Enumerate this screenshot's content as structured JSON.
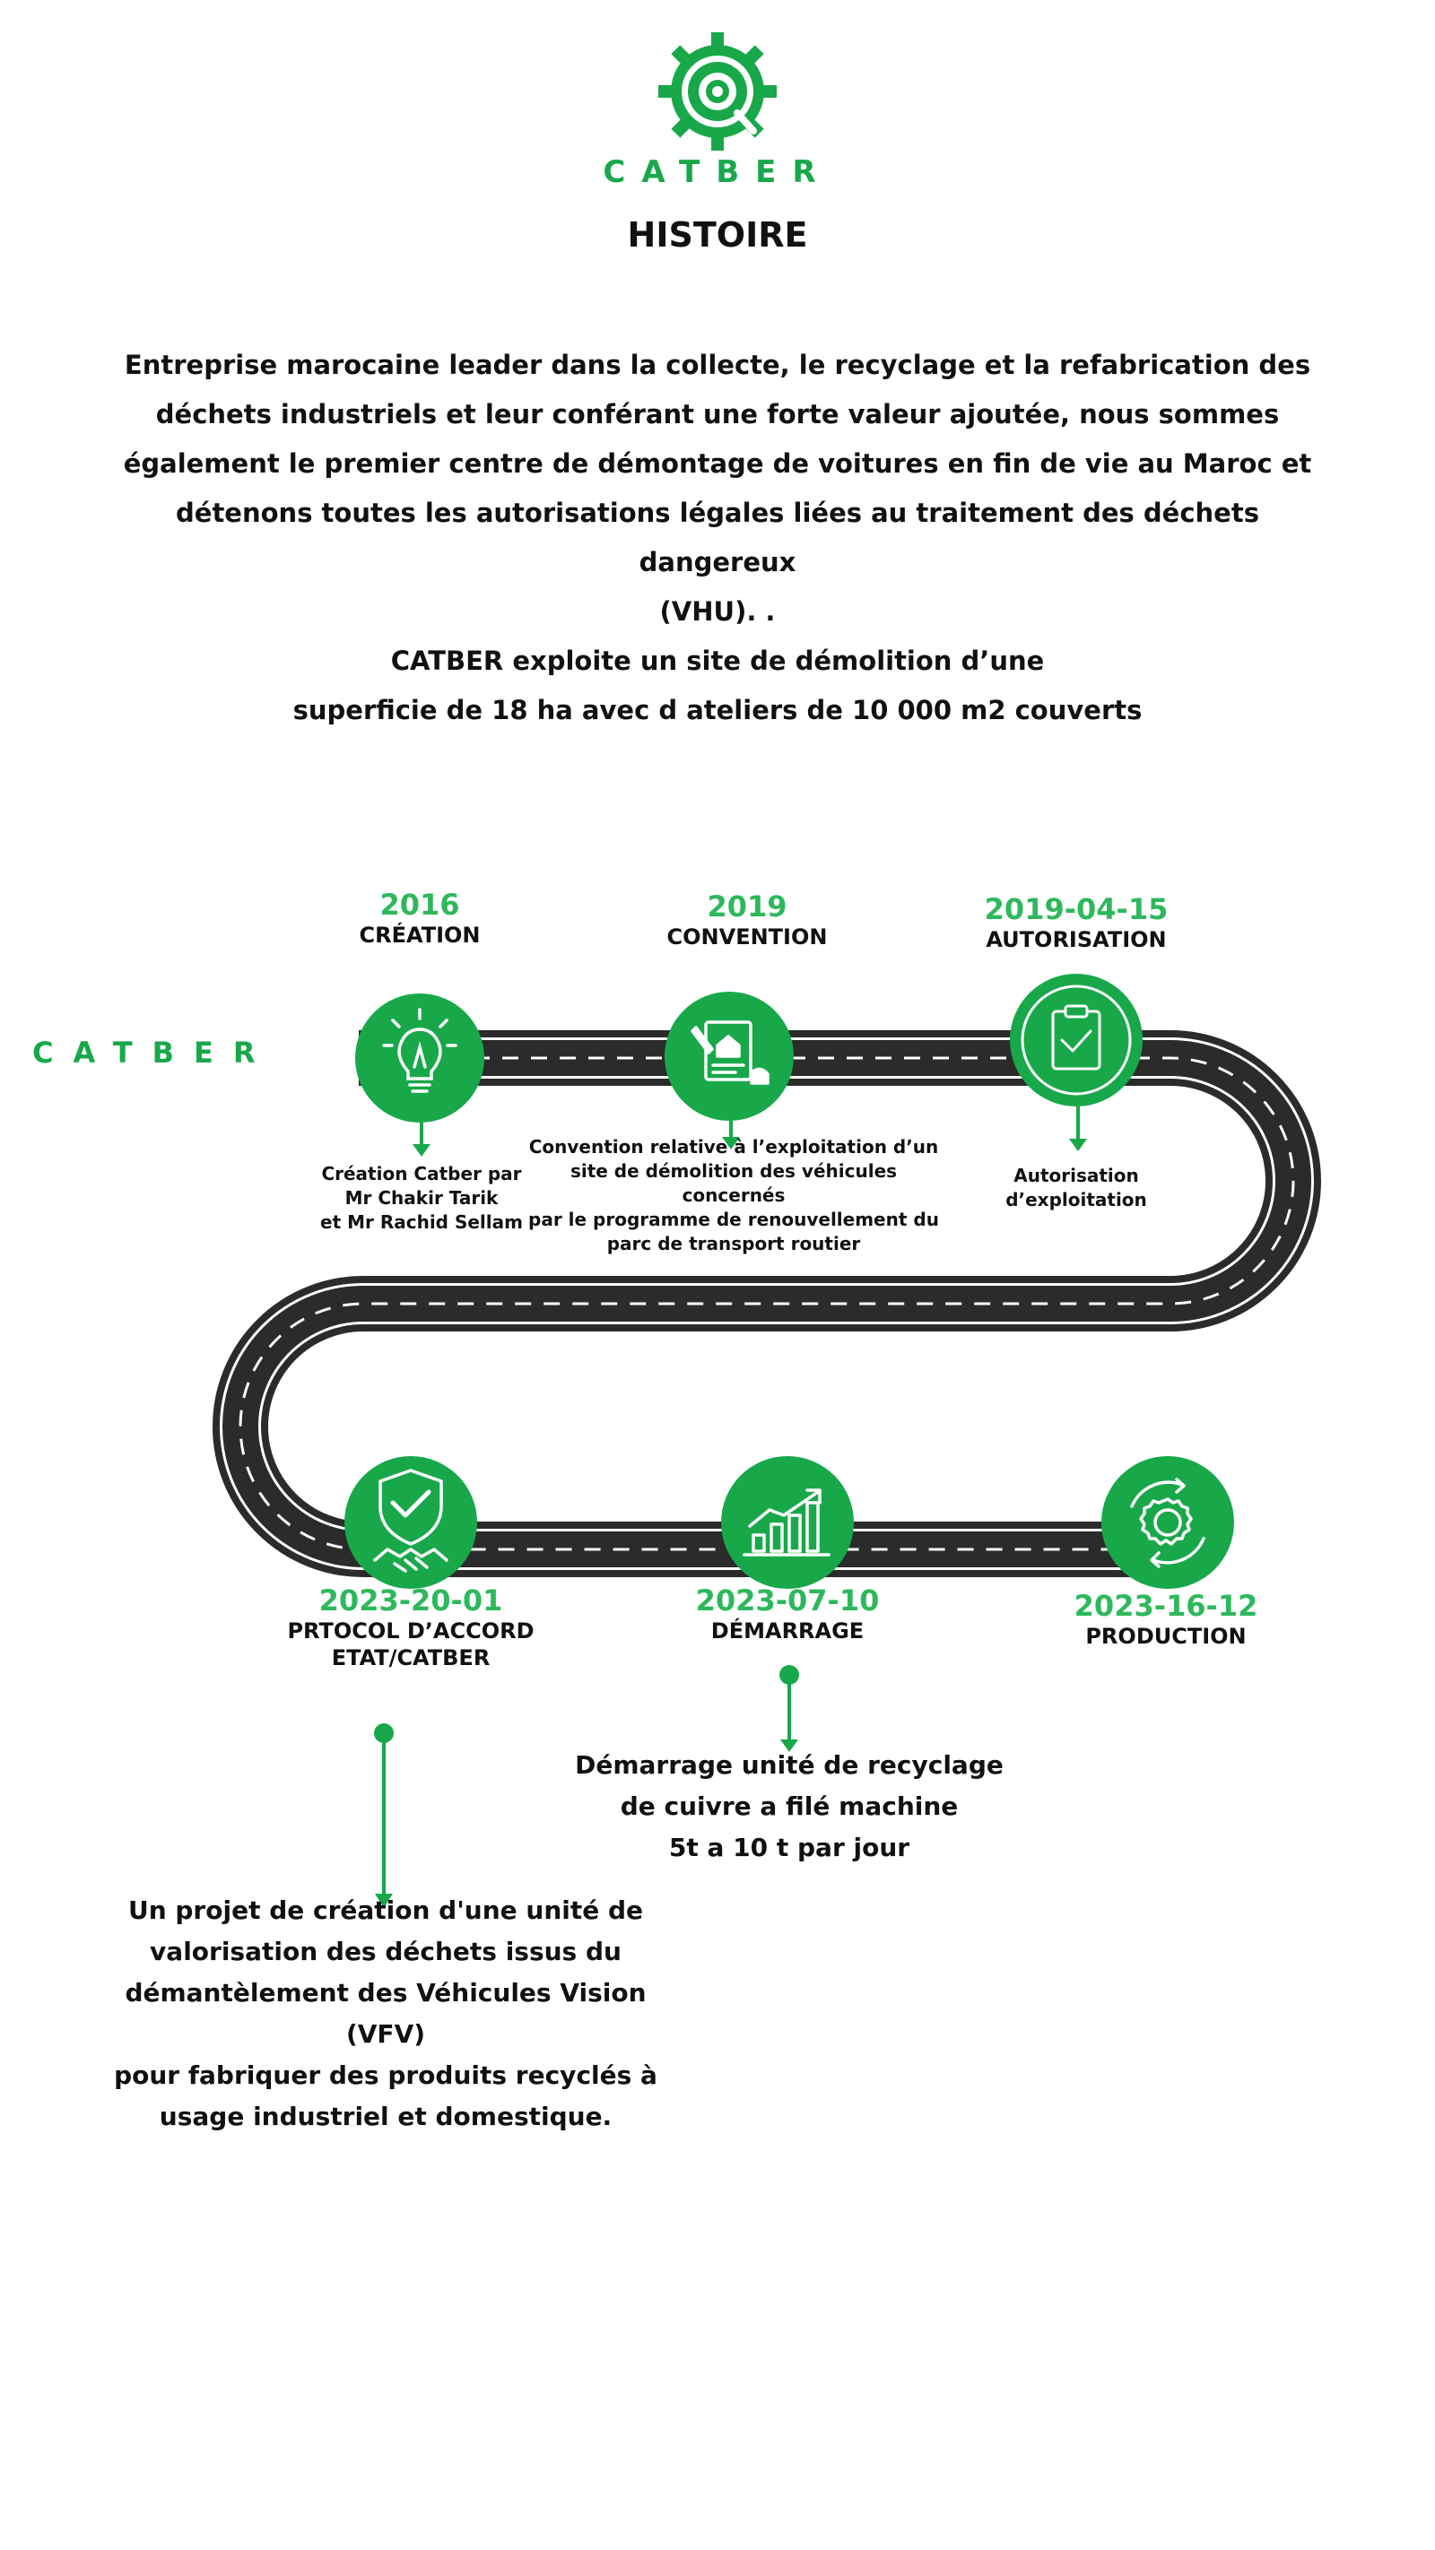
{
  "header": {
    "brand": "CATBER",
    "title": "HISTOIRE"
  },
  "intro": {
    "paragraph": "Entreprise marocaine leader dans la collecte, le recyclage et la refabrication des déchets industriels et leur conférant une forte valeur ajoutée, nous sommes également le premier centre de démontage de voitures en fin de vie au Maroc et détenons toutes les autorisations légales liées au traitement des déchets dangereux",
    "vhu": "(VHU). .",
    "line2": "CATBER exploite un site de démolition d’une",
    "line3": "superficie de 18 ha avec d ateliers de 10 000 m2 couverts"
  },
  "road_brand": "CATBER",
  "colors": {
    "green": "#18a84a",
    "road": "#2b2b2b"
  },
  "milestones": [
    {
      "year": "2016",
      "label": "CRÉATION",
      "icon": "lightbulb-icon",
      "desc": [
        "Création Catber par",
        "Mr Chakir Tarik",
        "et Mr Rachid Sellam"
      ]
    },
    {
      "year": "2019",
      "label": "CONVENTION",
      "icon": "contract-icon",
      "desc": [
        "Convention relative à l’exploitation d’un",
        "site de démolition des véhicules concernés",
        "par le programme de renouvellement du",
        "parc de transport routier"
      ]
    },
    {
      "year": "2019-04-15",
      "label": "AUTORISATION",
      "icon": "clipboard-check-icon",
      "desc": [
        "Autorisation",
        "d’exploitation"
      ]
    },
    {
      "year": "2023-20-01",
      "label": "PRTOCOL D’ACCORD",
      "label2": "ETAT/CATBER",
      "icon": "shield-handshake-icon",
      "desc": [
        "Un projet de création d'une unité de",
        "valorisation des déchets issus du",
        "démantèlement des Véhicules Vision (VFV)",
        "pour fabriquer des produits recyclés à",
        "usage industriel et domestique."
      ]
    },
    {
      "year": "2023-07-10",
      "label": "DÉMARRAGE",
      "icon": "growth-chart-icon",
      "desc": [
        "Démarrage unité de recyclage",
        "de cuivre a filé machine",
        "5t a 10 t par jour"
      ]
    },
    {
      "year": "2023-16-12",
      "label": "PRODUCTION",
      "icon": "gear-cycle-icon"
    }
  ]
}
